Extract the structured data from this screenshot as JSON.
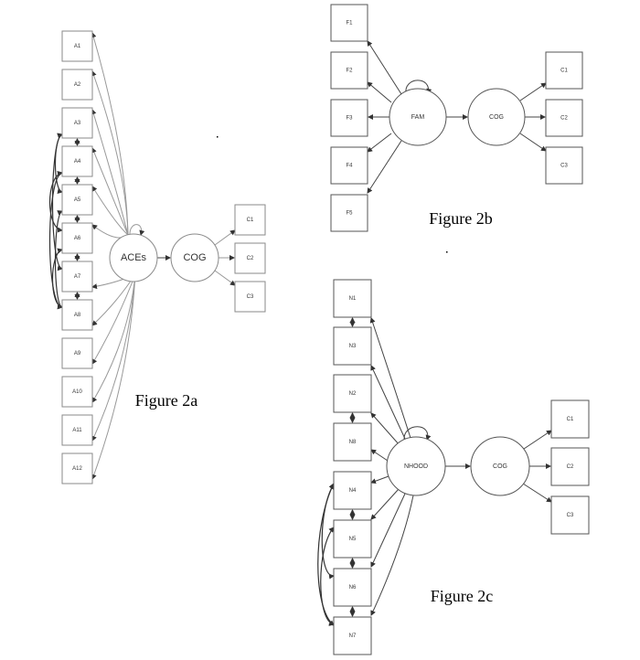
{
  "figures": [
    {
      "id": "2a",
      "caption": "Figure 2a",
      "latent": "ACEs",
      "outcome": "COG",
      "indicators": [
        "A1",
        "A2",
        "A3",
        "A4",
        "A5",
        "A6",
        "A7",
        "A8",
        "A9",
        "A10",
        "A11",
        "A12"
      ],
      "outcome_indicators": [
        "C1",
        "C2",
        "C3"
      ]
    },
    {
      "id": "2b",
      "caption": "Figure 2b",
      "latent": "FAM",
      "outcome": "COG",
      "indicators": [
        "F1",
        "F2",
        "F3",
        "F4",
        "F5"
      ],
      "outcome_indicators": [
        "C1",
        "C2",
        "C3"
      ]
    },
    {
      "id": "2c",
      "caption": "Figure 2c",
      "latent": "NHOOD",
      "outcome": "COG",
      "indicators": [
        "N1",
        "N3",
        "N2",
        "N8",
        "N4",
        "N5",
        "N6",
        "N7"
      ],
      "outcome_indicators": [
        "C1",
        "C2",
        "C3"
      ]
    }
  ]
}
